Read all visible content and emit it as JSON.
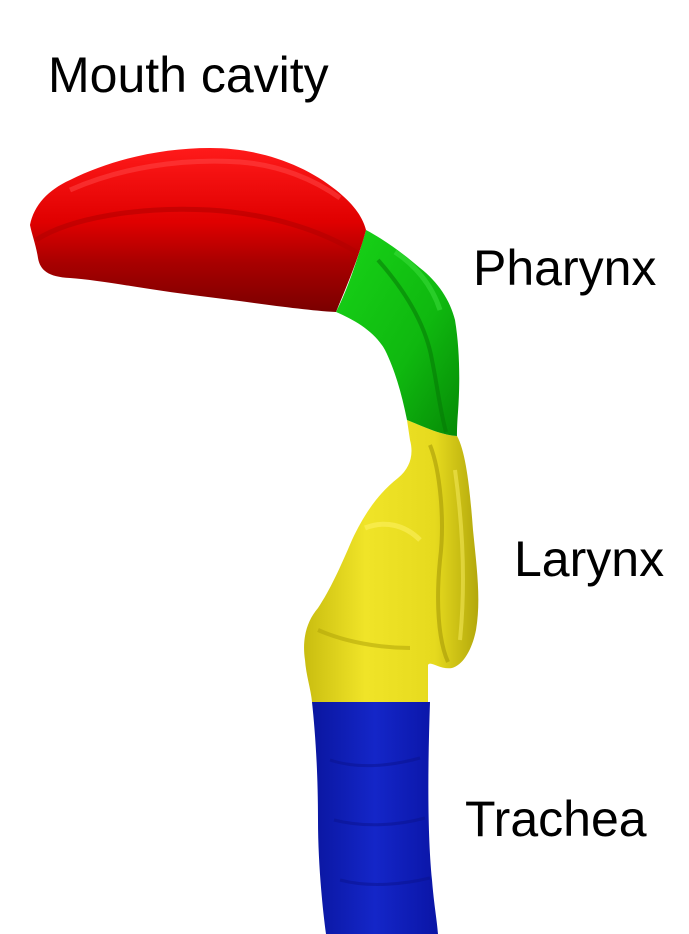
{
  "labels": {
    "mouth_cavity": "Mouth cavity",
    "pharynx": "Pharynx",
    "larynx": "Larynx",
    "trachea": "Trachea"
  },
  "colors": {
    "mouth_cavity": "#e00000",
    "pharynx": "#10c010",
    "larynx": "#e8dc20",
    "trachea": "#1020b8"
  }
}
